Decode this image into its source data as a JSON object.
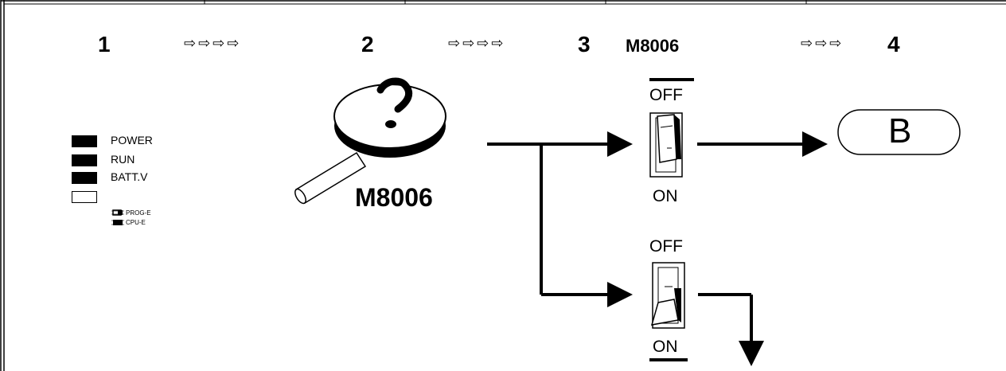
{
  "steps": [
    "1",
    "2",
    "3",
    "4"
  ],
  "step_arrows": [
    "⇨⇨⇨⇨",
    "⇨⇨⇨⇨",
    "⇨⇨⇨"
  ],
  "device_label_top": "M8006",
  "device_label_probe": "M8006",
  "leds": {
    "power": "POWER",
    "run": "RUN",
    "batt": "BATT.V",
    "prog": "PROG-E",
    "cpu": "CPU-E"
  },
  "switch_top": {
    "off": "OFF",
    "on": "ON",
    "state": "off"
  },
  "switch_bottom": {
    "off": "OFF",
    "on": "ON",
    "state": "on"
  },
  "result_label": "B"
}
